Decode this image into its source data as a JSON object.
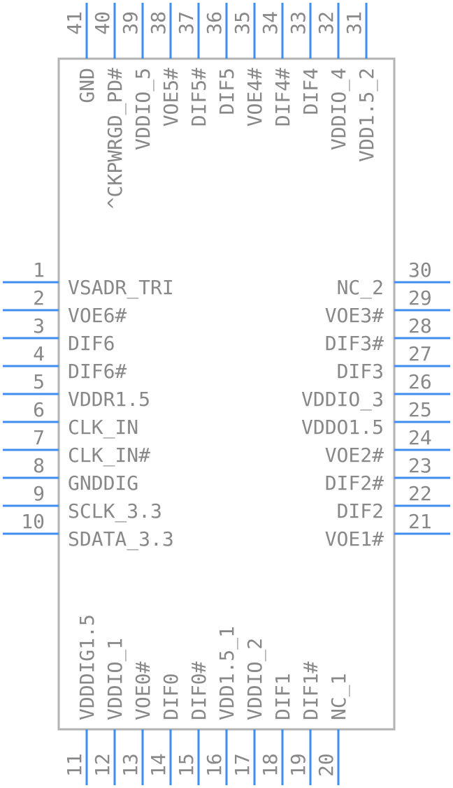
{
  "component": {
    "left_pins": [
      {
        "num": "1",
        "name": "VSADR_TRI"
      },
      {
        "num": "2",
        "name": "VOE6#"
      },
      {
        "num": "3",
        "name": "DIF6"
      },
      {
        "num": "4",
        "name": "DIF6#"
      },
      {
        "num": "5",
        "name": "VDDR1.5"
      },
      {
        "num": "6",
        "name": "CLK_IN"
      },
      {
        "num": "7",
        "name": "CLK_IN#"
      },
      {
        "num": "8",
        "name": "GNDDIG"
      },
      {
        "num": "9",
        "name": "SCLK_3.3"
      },
      {
        "num": "10",
        "name": "SDATA_3.3"
      }
    ],
    "right_pins": [
      {
        "num": "30",
        "name": "NC_2"
      },
      {
        "num": "29",
        "name": "VOE3#"
      },
      {
        "num": "28",
        "name": "DIF3#"
      },
      {
        "num": "27",
        "name": "DIF3"
      },
      {
        "num": "26",
        "name": "VDDIO_3"
      },
      {
        "num": "25",
        "name": "VDDO1.5"
      },
      {
        "num": "24",
        "name": "VOE2#"
      },
      {
        "num": "23",
        "name": "DIF2#"
      },
      {
        "num": "22",
        "name": "DIF2"
      },
      {
        "num": "21",
        "name": "VOE1#"
      }
    ],
    "top_pins": [
      {
        "num": "41",
        "name": "GND"
      },
      {
        "num": "40",
        "name": "^CKPWRGD_PD#"
      },
      {
        "num": "39",
        "name": "VDDIO_5"
      },
      {
        "num": "38",
        "name": "VOE5#"
      },
      {
        "num": "37",
        "name": "DIF5#"
      },
      {
        "num": "36",
        "name": "DIF5"
      },
      {
        "num": "35",
        "name": "VOE4#"
      },
      {
        "num": "34",
        "name": "DIF4#"
      },
      {
        "num": "33",
        "name": "DIF4"
      },
      {
        "num": "32",
        "name": "VDDIO_4"
      },
      {
        "num": "31",
        "name": "VDD1.5_2"
      }
    ],
    "bottom_pins": [
      {
        "num": "11",
        "name": "VDDDIG1.5"
      },
      {
        "num": "12",
        "name": "VDDIO_1"
      },
      {
        "num": "13",
        "name": "VOE0#"
      },
      {
        "num": "14",
        "name": "DIF0"
      },
      {
        "num": "15",
        "name": "DIF0#"
      },
      {
        "num": "16",
        "name": "VDD1.5_1"
      },
      {
        "num": "17",
        "name": "VDDIO_2"
      },
      {
        "num": "18",
        "name": "DIF1"
      },
      {
        "num": "19",
        "name": "DIF1#"
      },
      {
        "num": "20",
        "name": "NC_1"
      }
    ],
    "colors": {
      "pin": "#3d8ef2",
      "outline": "#b3b3b3",
      "text": "#888888"
    }
  }
}
